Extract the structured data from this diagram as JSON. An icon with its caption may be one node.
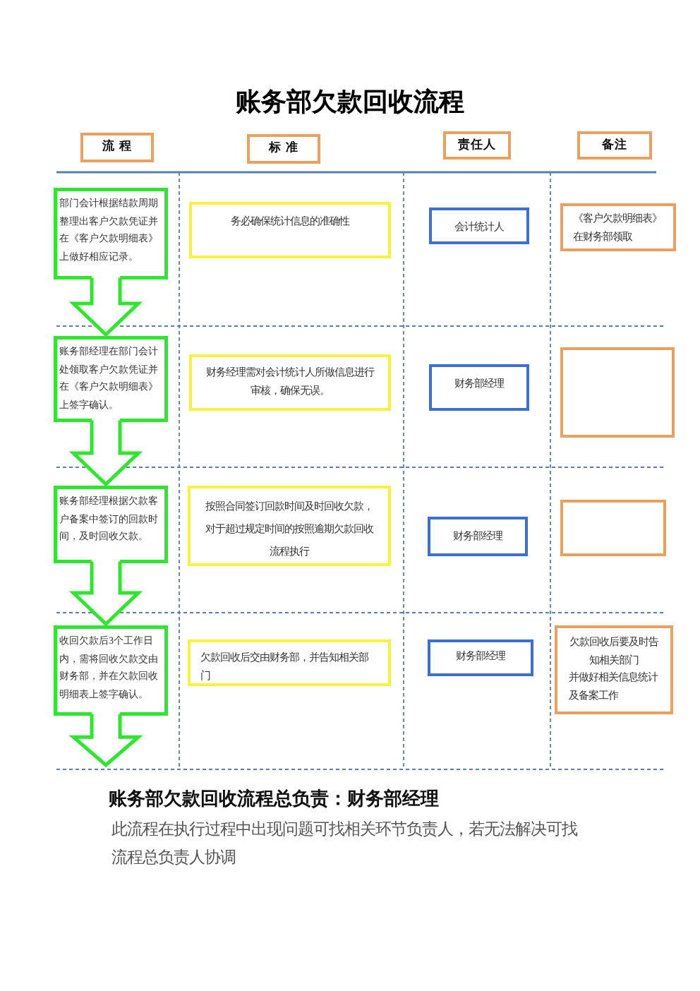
{
  "diagram": {
    "title": "账务部欠款回收流程",
    "nodes": [
      {
        "text": [
          "流 程"
        ]
      },
      {
        "text": [
          "标 准"
        ]
      },
      {
        "text": [
          "责任人"
        ]
      },
      {
        "text": [
          "备注"
        ]
      },
      {
        "text": [
          "部门会计根据结款周期整理出客户欠款凭证并在《客户欠款明细表》上做好相应记录。"
        ]
      },
      {
        "text": [
          "务必确保统计信息的准确性"
        ]
      },
      {
        "text": [
          "会计统计人"
        ]
      },
      {
        "text": [
          "《客户欠款明细表》在财务部领取"
        ]
      },
      {
        "text": [
          "账务部经理在部门会计处领取客户欠款凭证并在《客户欠款明细表》上签字确认。"
        ]
      },
      {
        "text": [
          "财务经理需对会计统计人所做信息进行审核，确保无误。"
        ]
      },
      {
        "text": [
          "财务部经理"
        ]
      },
      {
        "text": [],
        "shape": "box"
      },
      {
        "text": [
          "账务部经理根据欠款客户备案中签订的回款时间，及时回收欠款。"
        ]
      },
      {
        "text": [
          "按照合同签订回款时间及时回收欠款，对于超过规定时间的按照逾期欠款回收流程执行"
        ]
      },
      {
        "text": [
          "财务部经理"
        ]
      },
      {
        "text": [],
        "shape": "box"
      },
      {
        "text": [
          "收回欠款后3个工作日内，需将回收欠款交由财务部，并在欠款回收明细表上签字确认。"
        ]
      },
      {
        "text": [
          "欠款回收后交由财务部，并告知相关部门"
        ]
      },
      {
        "text": [
          "财务部经理"
        ]
      },
      {
        "text": [
          "欠款回收后要及时告知相关部门",
          "并做好相关信息统计及备案工作"
        ]
      }
    ],
    "edges": [
      {
        "from": 4,
        "to": 8,
        "arrow": "to"
      },
      {
        "from": 8,
        "to": 12,
        "arrow": "to"
      },
      {
        "from": 12,
        "to": 16,
        "arrow": "to"
      },
      {
        "from": 16,
        "to": null,
        "arrow": "to"
      }
    ],
    "labels": [
      "账务部欠款回收流程总负责：财务部经理",
      "此流程在执行过程中出现问题可找相关环节负责人，若无法解决可找流程总负责人协调"
    ]
  }
}
